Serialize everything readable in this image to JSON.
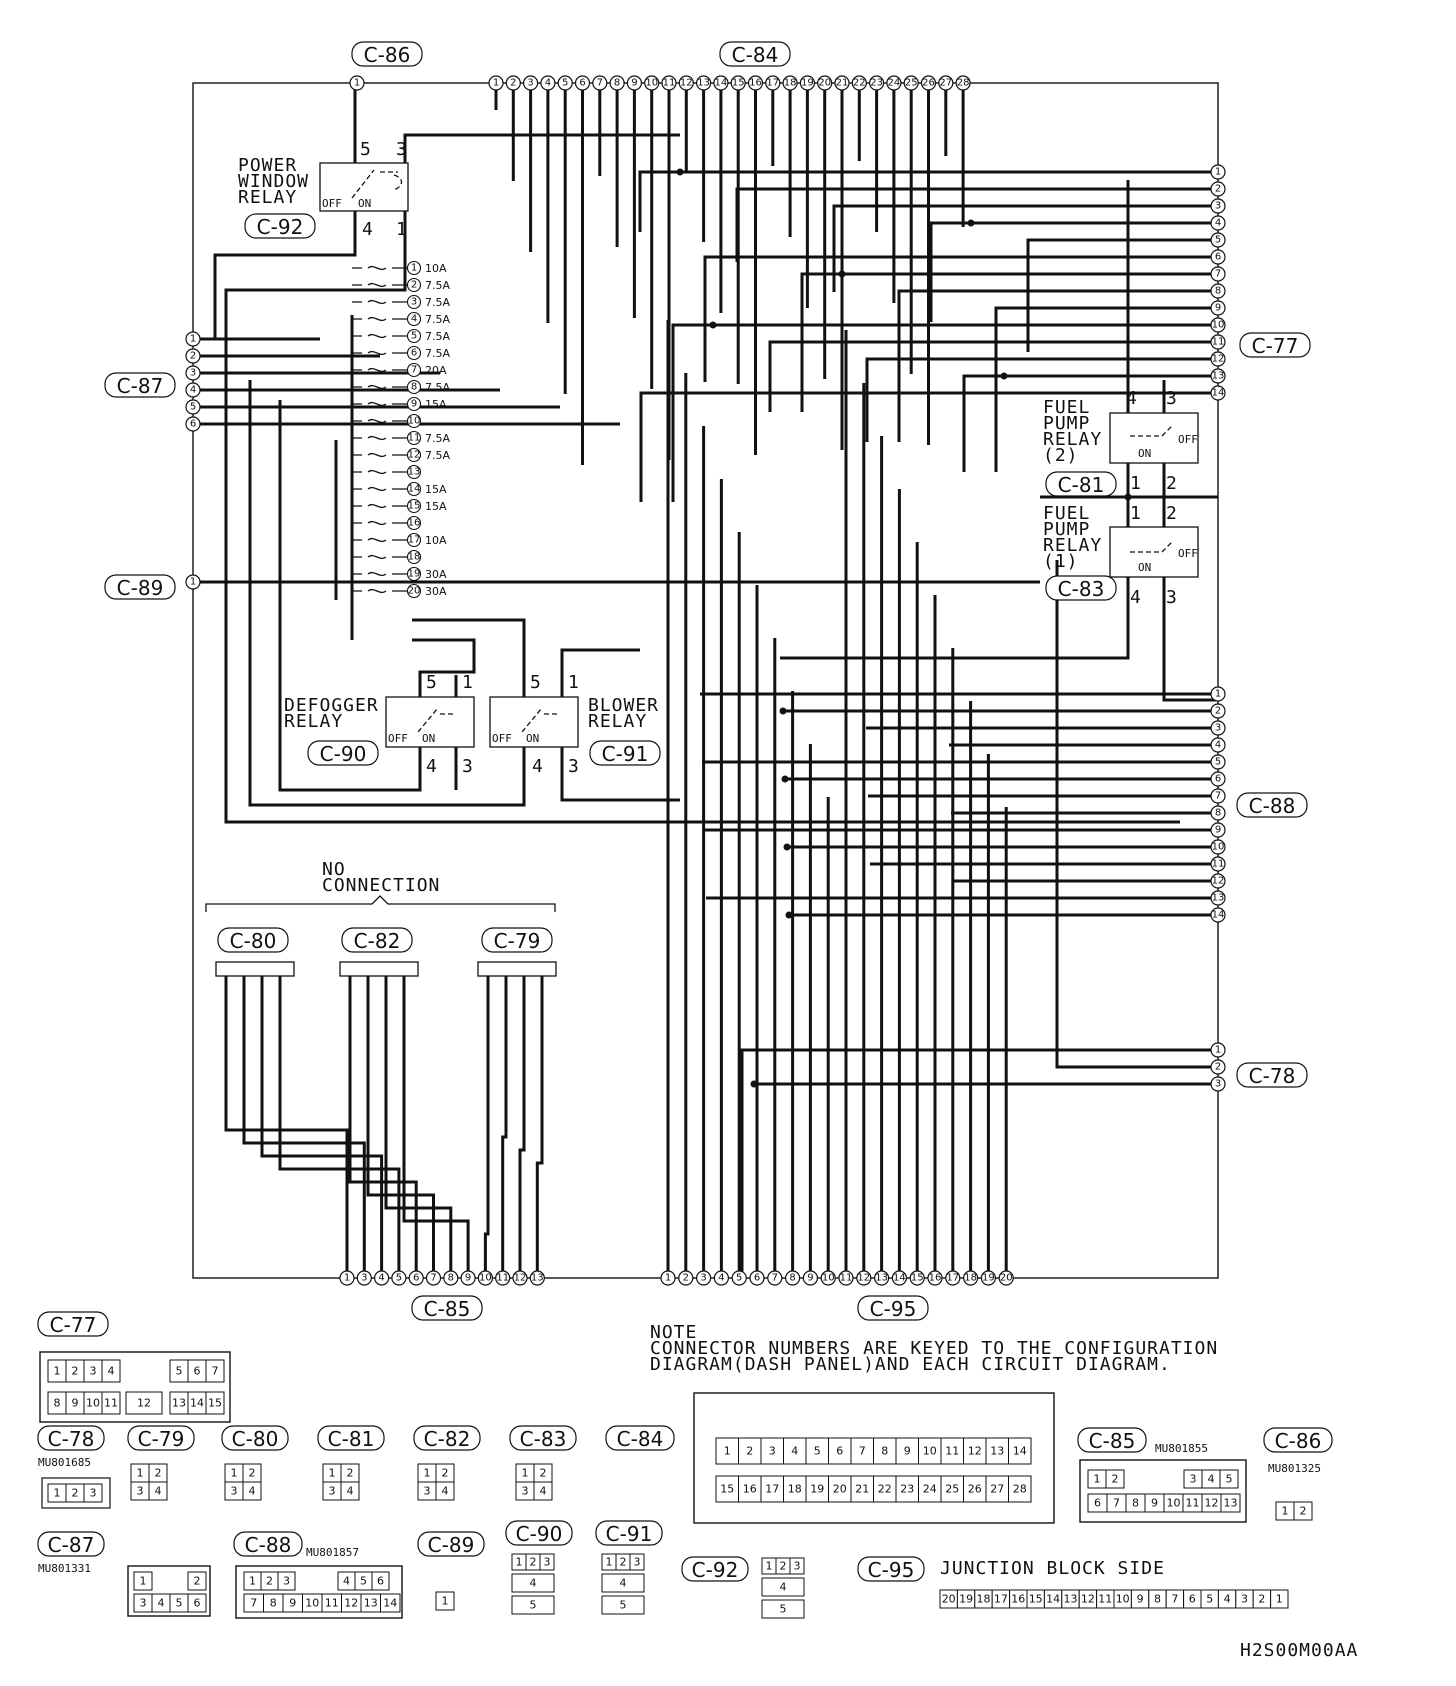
{
  "diagram_code": "H2S00M00AA",
  "note": {
    "title": "NOTE",
    "line1": "CONNECTOR NUMBERS ARE KEYED TO THE CONFIGURATION",
    "line2": "DIAGRAM(DASH PANEL)AND EACH CIRCUIT DIAGRAM."
  },
  "no_connection": {
    "line1": "NO",
    "line2": "CONNECTION"
  },
  "junction_block_side": "JUNCTION BLOCK SIDE",
  "connectors": {
    "c84": "C-84",
    "c86": "C-86",
    "c77": "C-77",
    "c87": "C-87",
    "c89": "C-89",
    "c88": "C-88",
    "c78": "C-78",
    "c85": "C-85",
    "c95": "C-95",
    "c80": "C-80",
    "c82": "C-82",
    "c79": "C-79",
    "c81": "C-81",
    "c83": "C-83",
    "c90": "C-90",
    "c91": "C-91",
    "c92": "C-92"
  },
  "relays": {
    "power_window": {
      "line1": "POWER",
      "line2": "WINDOW",
      "line3": "RELAY",
      "pins": [
        "5",
        "3",
        "4",
        "1"
      ],
      "off": "OFF",
      "on": "ON"
    },
    "fuel_pump_2": {
      "line1": "FUEL",
      "line2": "PUMP",
      "line3": "RELAY",
      "line4": "(2)",
      "pins": [
        "4",
        "3",
        "1",
        "2"
      ],
      "off": "OFF",
      "on": "ON"
    },
    "fuel_pump_1": {
      "line1": "FUEL",
      "line2": "PUMP",
      "line3": "RELAY",
      "line4": "(1)",
      "pins": [
        "1",
        "2",
        "4",
        "3"
      ],
      "off": "OFF",
      "on": "ON"
    },
    "defogger": {
      "line1": "DEFOGGER",
      "line2": "RELAY",
      "pins": [
        "5",
        "1",
        "4",
        "3"
      ],
      "off": "OFF",
      "on": "ON"
    },
    "blower": {
      "line1": "BLOWER",
      "line2": "RELAY",
      "pins": [
        "5",
        "1",
        "4",
        "3"
      ],
      "off": "OFF",
      "on": "ON"
    }
  },
  "fuses": [
    {
      "num": "1",
      "rating": "10A"
    },
    {
      "num": "2",
      "rating": "7.5A"
    },
    {
      "num": "3",
      "rating": "7.5A"
    },
    {
      "num": "4",
      "rating": "7.5A"
    },
    {
      "num": "5",
      "rating": "7.5A"
    },
    {
      "num": "6",
      "rating": "7.5A"
    },
    {
      "num": "7",
      "rating": "20A"
    },
    {
      "num": "8",
      "rating": "7.5A"
    },
    {
      "num": "9",
      "rating": "15A"
    },
    {
      "num": "10",
      "rating": ""
    },
    {
      "num": "11",
      "rating": "7.5A"
    },
    {
      "num": "12",
      "rating": "7.5A"
    },
    {
      "num": "13",
      "rating": ""
    },
    {
      "num": "14",
      "rating": "15A"
    },
    {
      "num": "15",
      "rating": "15A"
    },
    {
      "num": "16",
      "rating": ""
    },
    {
      "num": "17",
      "rating": "10A"
    },
    {
      "num": "18",
      "rating": ""
    },
    {
      "num": "19",
      "rating": "30A"
    },
    {
      "num": "20",
      "rating": "30A"
    }
  ],
  "part_numbers": {
    "c78": "MU801685",
    "c85": "MU801855",
    "c86": "MU801325",
    "c87": "MU801331",
    "c88": "MU801857"
  },
  "pinouts": {
    "c77_row1": [
      "1",
      "2",
      "3",
      "4",
      "5",
      "6",
      "7"
    ],
    "c77_row2": [
      "8",
      "9",
      "10",
      "11",
      "12",
      "13",
      "14",
      "15"
    ],
    "c78": [
      "1",
      "2",
      "3"
    ],
    "c2x2": [
      "1",
      "2",
      "3",
      "4"
    ],
    "c84_row1": [
      "1",
      "2",
      "3",
      "4",
      "5",
      "6",
      "7",
      "8",
      "9",
      "10",
      "11",
      "12",
      "13",
      "14"
    ],
    "c84_row2": [
      "15",
      "16",
      "17",
      "18",
      "19",
      "20",
      "21",
      "22",
      "23",
      "24",
      "25",
      "26",
      "27",
      "28"
    ],
    "c85_row1": [
      "1",
      "2",
      "3",
      "4",
      "5"
    ],
    "c85_row2": [
      "6",
      "7",
      "8",
      "9",
      "10",
      "11",
      "12",
      "13"
    ],
    "c86": [
      "1",
      "2"
    ],
    "c87_row1": [
      "1",
      "2"
    ],
    "c87_row2": [
      "3",
      "4",
      "5",
      "6"
    ],
    "c88_row1": [
      "1",
      "2",
      "3",
      "4",
      "5",
      "6"
    ],
    "c88_row2": [
      "7",
      "8",
      "9",
      "10",
      "11",
      "12",
      "13",
      "14"
    ],
    "c89": [
      "1"
    ],
    "c9x": [
      "1",
      "2",
      "3",
      "4",
      "5"
    ],
    "c95": [
      "20",
      "19",
      "18",
      "17",
      "16",
      "15",
      "14",
      "13",
      "12",
      "11",
      "10",
      "9",
      "8",
      "7",
      "6",
      "5",
      "4",
      "3",
      "2",
      "1"
    ]
  }
}
